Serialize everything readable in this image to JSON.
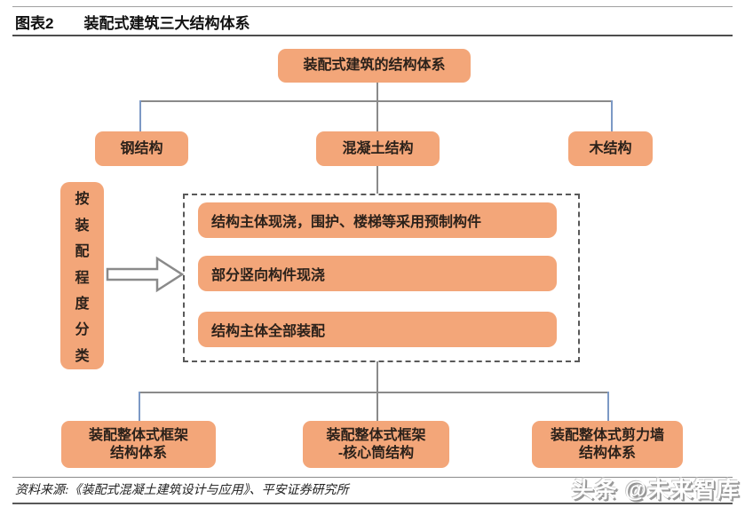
{
  "header": {
    "label": "图表2",
    "title": "装配式建筑三大结构体系"
  },
  "diagram": {
    "root": "装配式建筑的结构体系",
    "level2": [
      "钢结构",
      "混凝土结构",
      "木结构"
    ],
    "classifier": "按装配程度分类",
    "classifier_chars": [
      "按",
      "装",
      "配",
      "程",
      "度",
      "分",
      "类"
    ],
    "arrow_icon": "right-block-arrow",
    "degrees": [
      "结构主体现浇，围护、楼梯等采用预制构件",
      "部分竖向构件现浇",
      "结构主体全部装配"
    ],
    "systems": [
      {
        "line1": "装配整体式框架",
        "line2": "结构体系"
      },
      {
        "line1": "装配整体式框架",
        "line2": "-核心筒结构"
      },
      {
        "line1": "装配整体式剪力墙",
        "line2": "结构体系"
      }
    ]
  },
  "footer": {
    "source": "资料来源:《装配式混凝土建筑设计与应用》、平安证券研究所",
    "watermark": "头条 @未来智库"
  },
  "colors": {
    "box_fill": "#F3A679",
    "box_text": "#2b211a",
    "connector_blue": "#7C99C5",
    "connector_gray": "#8a8a8a",
    "dashed_border": "#595959"
  }
}
